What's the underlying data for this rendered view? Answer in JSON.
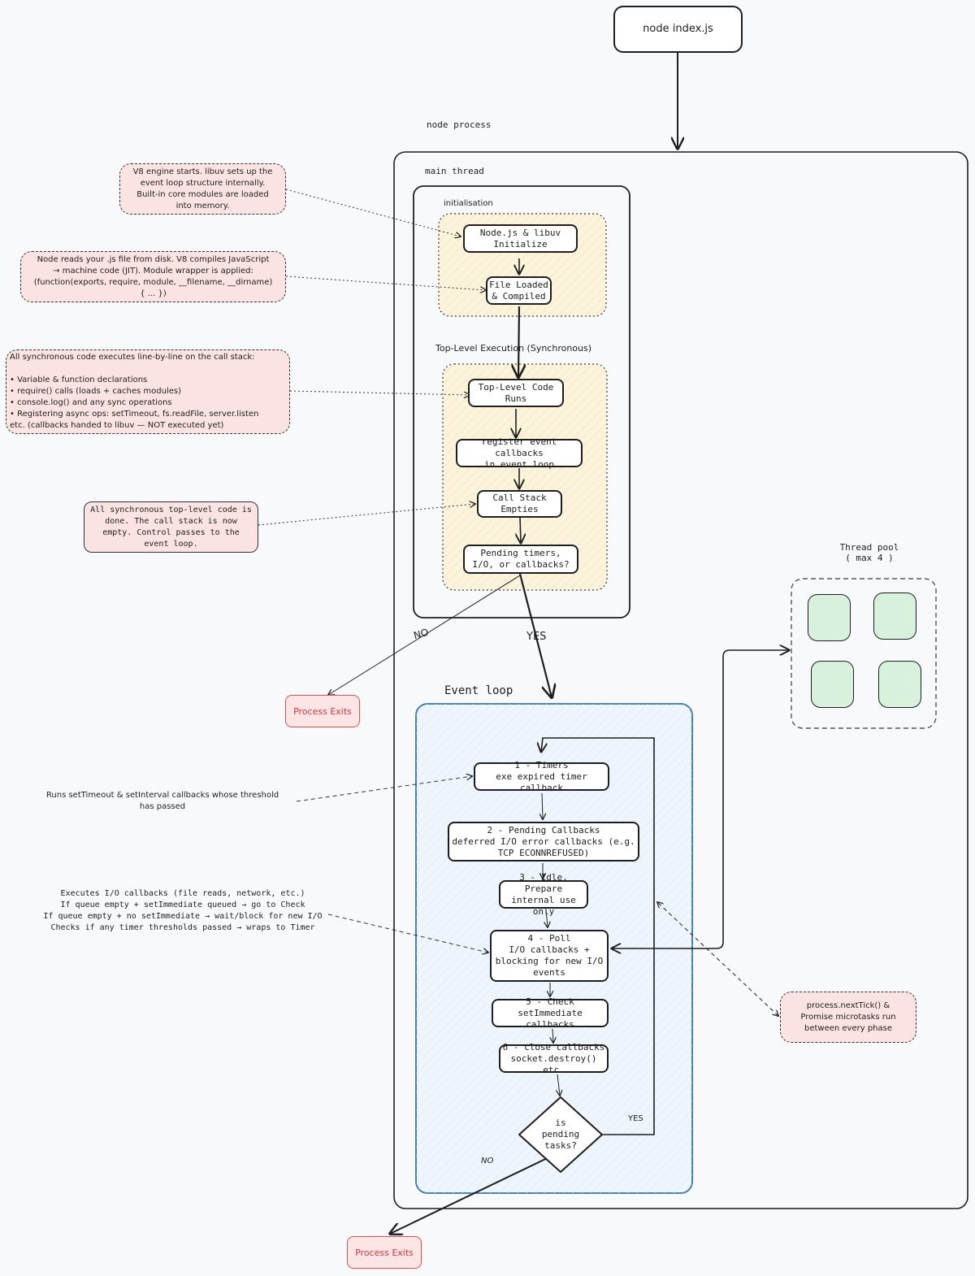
{
  "entry": {
    "label": "node index.js"
  },
  "labels": {
    "node_process": "node process",
    "main_thread": "main thread",
    "initialisation": "initialisation",
    "top_level": "Top-Level Execution (Synchronous)",
    "event_loop": "Event loop",
    "thread_pool": "Thread pool\n( max 4 )",
    "yes_main": "YES",
    "no_main": "NO",
    "yes_loop": "YES",
    "no_loop": "NO",
    "decision": "is\npending\ntasks?"
  },
  "steps": {
    "init": "Node.js & libuv\nInitialize",
    "compile": "File Loaded\n& Compiled",
    "toplevel": "Top-Level Code\nRuns",
    "register": "register event callbacks\nin event loop",
    "callstack": "Call Stack\nEmpties",
    "pending": "Pending timers,\nI/O, or callbacks?"
  },
  "phases": [
    {
      "label": "1 - Timers\nexe expired timer callback"
    },
    {
      "label": "2 - Pending Callbacks\ndeferred I/O error callbacks (e.g.\nTCP ECONNREFUSED)"
    },
    {
      "label": "3 - Idle, Prepare\ninternal use only"
    },
    {
      "label": "4 - Poll\nI/O callbacks +\nblocking for new I/O\nevents"
    },
    {
      "label": "5 - Check\nsetImmediate callbacks"
    },
    {
      "label": "6 - close callbacks\nsocket.destroy() etc."
    }
  ],
  "notes": {
    "v8": "V8 engine starts. libuv sets up the\nevent loop structure internally.\nBuilt-in core modules are loaded\ninto memory.",
    "compile": "Node reads your .js file from disk. V8 compiles JavaScript\n→ machine code (JIT). Module wrapper is applied:\n(function(exports, require, module, __filename, __dirname)\n{ ... })",
    "sync": "All synchronous code executes line-by-line on the call stack:\n\n• Variable & function declarations\n• require() calls (loads + caches modules)\n• console.log() and any sync operations\n• Registering async ops: setTimeout, fs.readFile, server.listen\netc. (callbacks handed to libuv — NOT executed yet)",
    "done": "All synchronous top-level code is\ndone. The call stack is now\nempty. Control passes to the\nevent loop.",
    "timers": "Runs setTimeout & setInterval callbacks whose threshold\nhas passed",
    "poll": "Executes I/O callbacks (file reads, network, etc.)\nIf queue empty + setImmediate queued → go to Check\nIf queue empty + no setImmediate → wait/block for new I/O\nChecks if any timer thresholds passed → wraps to Timer",
    "microtask": "process.nextTick() &\nPromise microtasks run\nbetween every phase"
  },
  "exits": {
    "first": "Process Exits",
    "second": "Process Exits"
  },
  "colors": {
    "stroke": "#1e1e1e",
    "init_fill": "#fbf3dc",
    "loop_fill": "#eef5fc",
    "loop_border": "#2f74b5",
    "note_fill": "#fbe3e3",
    "exit_red": "#e0504f",
    "pool_cell": "#d7f1dd"
  }
}
